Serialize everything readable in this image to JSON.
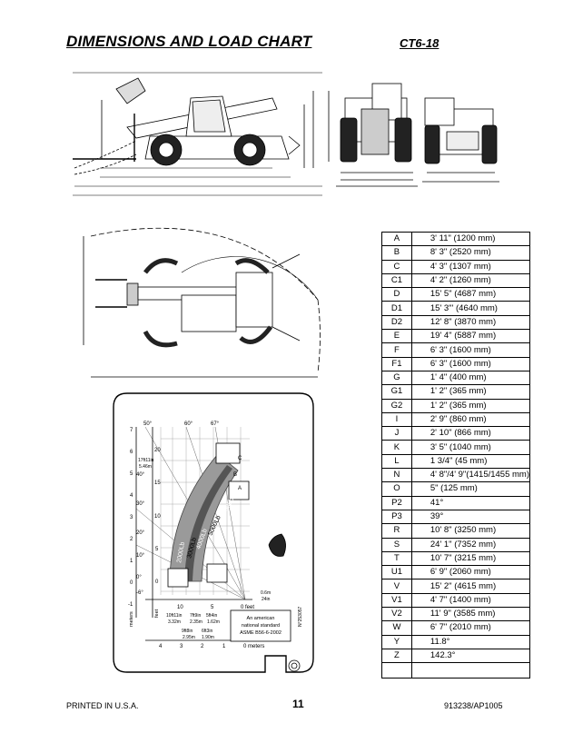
{
  "header": {
    "title": "DIMENSIONS AND LOAD CHART",
    "model": "CT6-18"
  },
  "spec_table": [
    {
      "code": "A",
      "value": "3' 11\" (1200 mm)"
    },
    {
      "code": "B",
      "value": "8' 3\" (2520 mm)"
    },
    {
      "code": "C",
      "value": "4' 3\" (1307 mm)"
    },
    {
      "code": "C1",
      "value": "4' 2\" (1260 mm)"
    },
    {
      "code": "D",
      "value": "15' 5\" (4687 mm)"
    },
    {
      "code": "D1",
      "value": "15' 3\"' (4640 mm)"
    },
    {
      "code": "D2",
      "value": "12' 8\" (3870 mm)"
    },
    {
      "code": "E",
      "value": "19' 4\" (5887 mm)"
    },
    {
      "code": "F",
      "value": "6' 3\" (1600 mm)"
    },
    {
      "code": "F1",
      "value": "6' 3\" (1600 mm)"
    },
    {
      "code": "G",
      "value": "1' 4\" (400 mm)"
    },
    {
      "code": "G1",
      "value": "1' 2\" (365 mm)"
    },
    {
      "code": "G2",
      "value": "1' 2\" (365 mm)"
    },
    {
      "code": "I",
      "value": "2' 9\" (860 mm)"
    },
    {
      "code": "J",
      "value": "2' 10\" (866 mm)"
    },
    {
      "code": "K",
      "value": "3' 5\" (1040 mm)"
    },
    {
      "code": "L",
      "value": "1 3/4\" (45 mm)"
    },
    {
      "code": "N",
      "value": "4' 8\"/4' 9\"(1415/1455 mm)"
    },
    {
      "code": "O",
      "value": "5\" (125 mm)"
    },
    {
      "code": "P2",
      "value": "41°"
    },
    {
      "code": "P3",
      "value": "39°"
    },
    {
      "code": "R",
      "value": "10' 8\" (3250 mm)"
    },
    {
      "code": "S",
      "value": "24' 1\" (7352 mm)"
    },
    {
      "code": "T",
      "value": "10' 7\" (3215 mm)"
    },
    {
      "code": "U1",
      "value": "6' 9\" (2060 mm)"
    },
    {
      "code": "V",
      "value": "15' 2\" (4615 mm)"
    },
    {
      "code": "V1",
      "value": "4' 7\" (1400 mm)"
    },
    {
      "code": "V2",
      "value": "11' 9\" (3585 mm)"
    },
    {
      "code": "W",
      "value": "6' 7\" (2010 mm)"
    },
    {
      "code": "Y",
      "value": "11.8°"
    },
    {
      "code": "Z",
      "value": "142.3°"
    }
  ],
  "load_chart": {
    "angles": [
      "50°",
      "60°",
      "67°"
    ],
    "meters_label": "meters",
    "feet_label": "feet",
    "meters_y": [
      "7",
      "6",
      "5",
      "4",
      "3",
      "2",
      "1",
      "0",
      "-1"
    ],
    "feet_y": [
      "20",
      "15",
      "10",
      "5",
      "0"
    ],
    "side_angles": [
      "40°",
      "30°",
      "20°",
      "10°",
      "0°",
      "-6°"
    ],
    "left_note_feet": "17ft11in",
    "left_note_m": "5.46m",
    "loads": [
      "2000Lb",
      "3000Lb",
      "4000Lb",
      "5000Lb",
      "6000Lb"
    ],
    "zones": [
      "A",
      "B",
      "C"
    ],
    "feet_x": [
      "10",
      "5",
      "0 feet"
    ],
    "meters_x": [
      "4",
      "3",
      "2",
      "1",
      "0 meters"
    ],
    "reach_feet": [
      "10ft11in",
      "7ft9in",
      "5ft4in"
    ],
    "reach_m": [
      "3.32m",
      "2.35m",
      "1.62m"
    ],
    "reach2_feet": [
      "9ft8in",
      "6ft3in"
    ],
    "reach2_m": [
      "2.95m",
      "1.90m"
    ],
    "gap_m": "0.6m",
    "gap_in": "24in",
    "standard_line1": "An american",
    "standard_line2": "national standard",
    "standard_line3": "ASME B56-6-2002",
    "ref_number": "N°253057"
  },
  "footer": {
    "printed": "PRINTED IN U.S.A.",
    "page": "11",
    "doc_number": "913238/AP1005"
  }
}
